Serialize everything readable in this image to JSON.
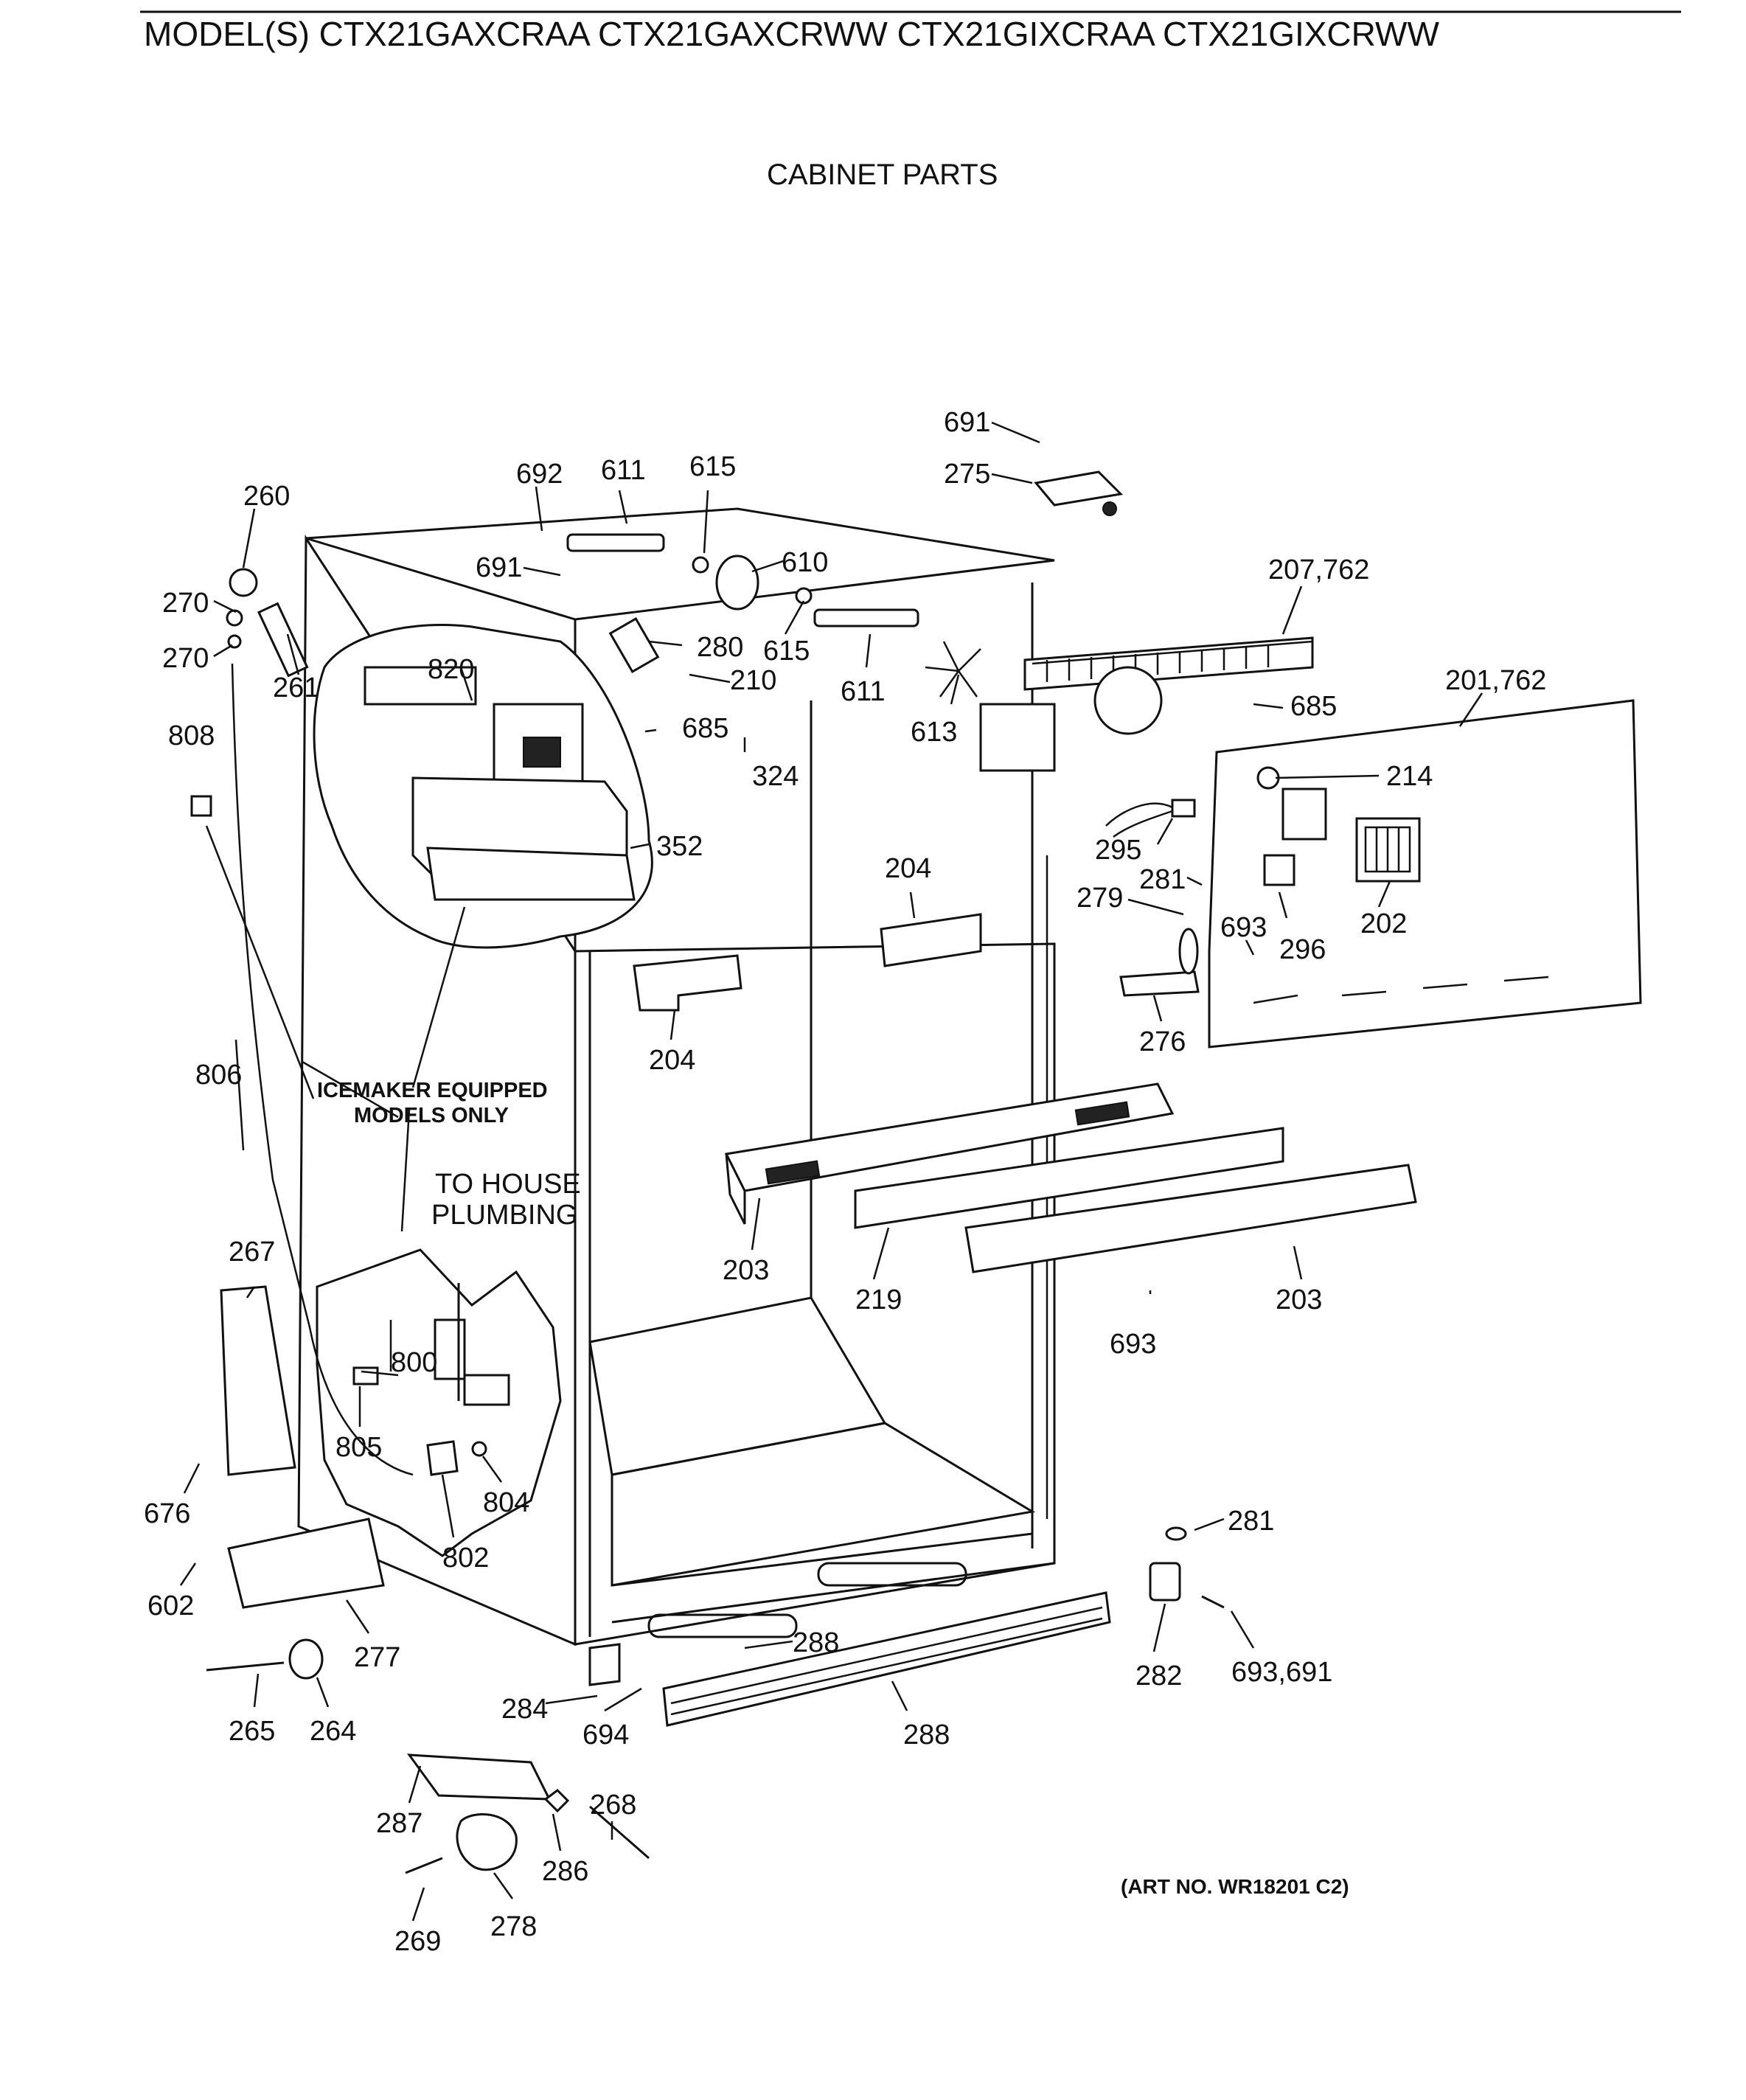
{
  "header": {
    "models_text": "MODEL(S) CTX21GAXCRAA  CTX21GAXCRWW  CTX21GIXCRAA  CTX21GIXCRWW",
    "subtitle": "CABINET PARTS"
  },
  "notes": {
    "icemaker_line1": "ICEMAKER EQUIPPED",
    "icemaker_line2": "MODELS ONLY",
    "plumbing_line1": "TO HOUSE",
    "plumbing_line2": "PLUMBING",
    "art_no": "(ART NO. WR18201 C2)"
  },
  "callouts": [
    "691",
    "275",
    "692",
    "611",
    "615",
    "260",
    "691",
    "610",
    "207,762",
    "270",
    "615",
    "280",
    "270",
    "820",
    "261",
    "611",
    "210",
    "685",
    "201,762",
    "808",
    "685",
    "613",
    "324",
    "214",
    "352",
    "204",
    "295",
    "281",
    "279",
    "693",
    "296",
    "202",
    "204",
    "276",
    "806",
    "203",
    "219",
    "203",
    "267",
    "693",
    "800",
    "805",
    "804",
    "676",
    "802",
    "281",
    "602",
    "277",
    "288",
    "282",
    "693,691",
    "284",
    "694",
    "265",
    "264",
    "288",
    "268",
    "287",
    "286",
    "269",
    "278"
  ]
}
